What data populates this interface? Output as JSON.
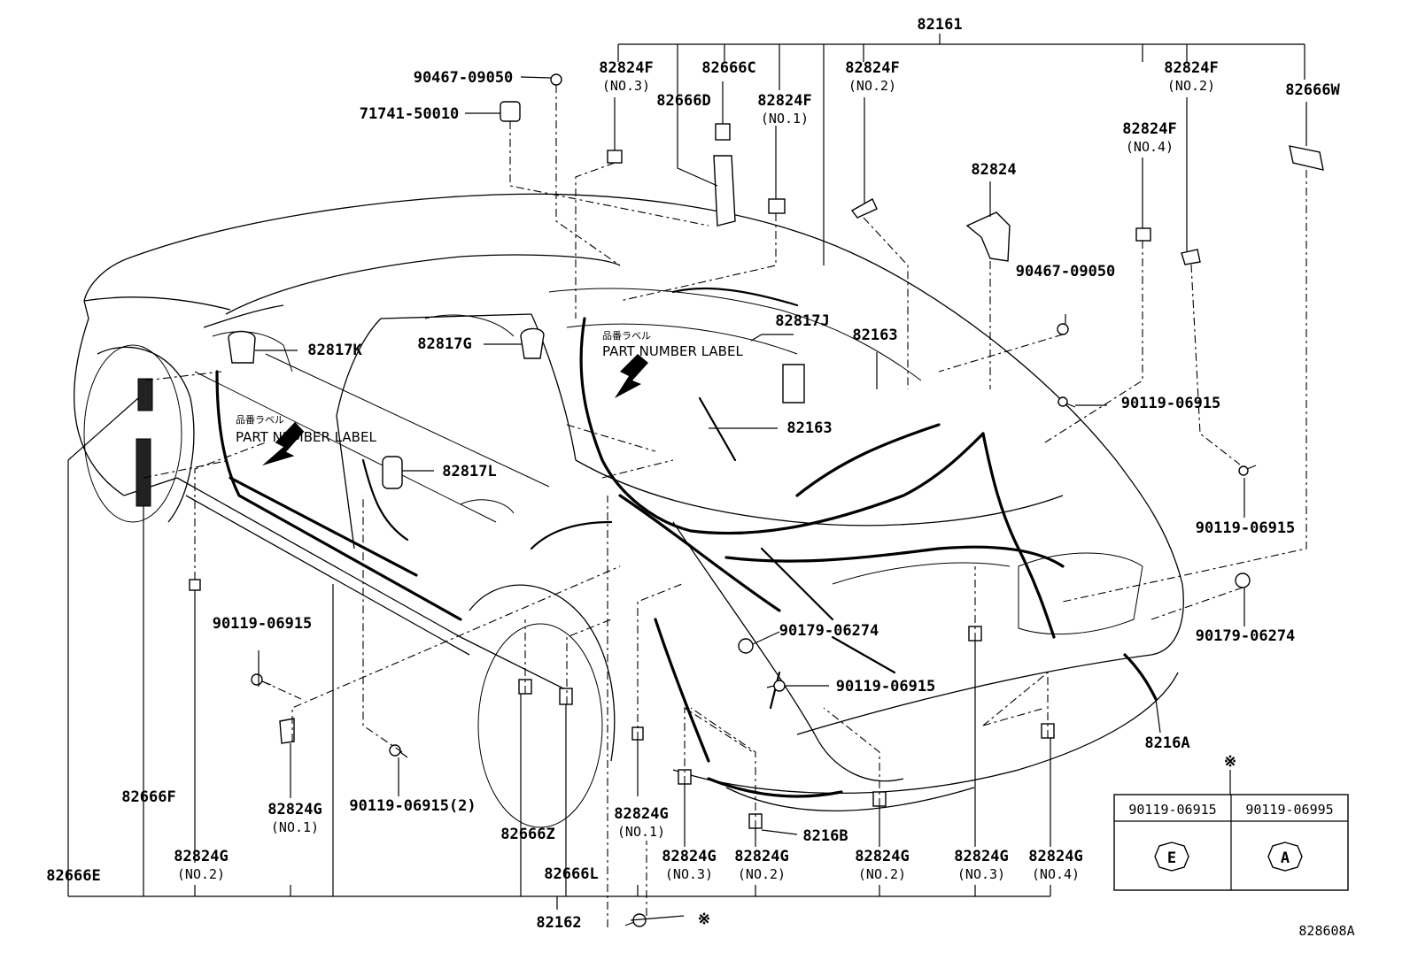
{
  "diagram": {
    "callouts": [
      {
        "id": "c82161",
        "text": "82161"
      },
      {
        "id": "c90467a",
        "text": "90467-09050"
      },
      {
        "id": "c71741",
        "text": "71741-50010"
      },
      {
        "id": "c82824f3",
        "text": "82824F",
        "sub": "(NO.3)"
      },
      {
        "id": "c82666c",
        "text": "82666C"
      },
      {
        "id": "c82666d",
        "text": "82666D"
      },
      {
        "id": "c82824f1",
        "text": "82824F",
        "sub": "(NO.1)"
      },
      {
        "id": "c82824f2a",
        "text": "82824F",
        "sub": "(NO.2)"
      },
      {
        "id": "c82824f2b",
        "text": "82824F",
        "sub": "(NO.2)"
      },
      {
        "id": "c82666w",
        "text": "82666W"
      },
      {
        "id": "c82824f4",
        "text": "82824F",
        "sub": "(NO.4)"
      },
      {
        "id": "c82824",
        "text": "82824"
      },
      {
        "id": "c90467b",
        "text": "90467-09050"
      },
      {
        "id": "c82817j",
        "text": "82817J"
      },
      {
        "id": "c82163a",
        "text": "82163"
      },
      {
        "id": "c82817k",
        "text": "82817K"
      },
      {
        "id": "c82817g",
        "text": "82817G"
      },
      {
        "id": "c90119a",
        "text": "90119-06915"
      },
      {
        "id": "c82163b",
        "text": "82163"
      },
      {
        "id": "c82817l",
        "text": "82817L"
      },
      {
        "id": "c90119b",
        "text": "90119-06915"
      },
      {
        "id": "c90119c",
        "text": "90119-06915"
      },
      {
        "id": "c90179a",
        "text": "90179-06274"
      },
      {
        "id": "c90119d",
        "text": "90119-06915"
      },
      {
        "id": "c90179b",
        "text": "90179-06274"
      },
      {
        "id": "c8216a",
        "text": "8216A"
      },
      {
        "id": "c82666f",
        "text": "82666F"
      },
      {
        "id": "c82824g1a",
        "text": "82824G",
        "sub": "(NO.1)"
      },
      {
        "id": "c90119e",
        "text": "90119-06915(2)"
      },
      {
        "id": "c82666z",
        "text": "82666Z"
      },
      {
        "id": "c82824g1b",
        "text": "82824G",
        "sub": "(NO.1)"
      },
      {
        "id": "c8216b",
        "text": "8216B"
      },
      {
        "id": "c82824g2a",
        "text": "82824G",
        "sub": "(NO.2)"
      },
      {
        "id": "c82824g3a",
        "text": "82824G",
        "sub": "(NO.3)"
      },
      {
        "id": "c82824g2b",
        "text": "82824G",
        "sub": "(NO.2)"
      },
      {
        "id": "c82824g2c",
        "text": "82824G",
        "sub": "(NO.2)"
      },
      {
        "id": "c82824g3b",
        "text": "82824G",
        "sub": "(NO.3)"
      },
      {
        "id": "c82824g4",
        "text": "82824G",
        "sub": "(NO.4)"
      },
      {
        "id": "c82666e",
        "text": "82666E"
      },
      {
        "id": "c82666l",
        "text": "82666L"
      },
      {
        "id": "c82162",
        "text": "82162"
      }
    ],
    "labels": {
      "jp_label": "品番ラベル",
      "part_number_label": "PART NUMBER LABEL",
      "note_mark": "※",
      "diagram_id": "828608A"
    },
    "table": {
      "headers": [
        "90119-06915",
        "90119-06995"
      ],
      "marks": [
        "E",
        "A"
      ]
    }
  }
}
